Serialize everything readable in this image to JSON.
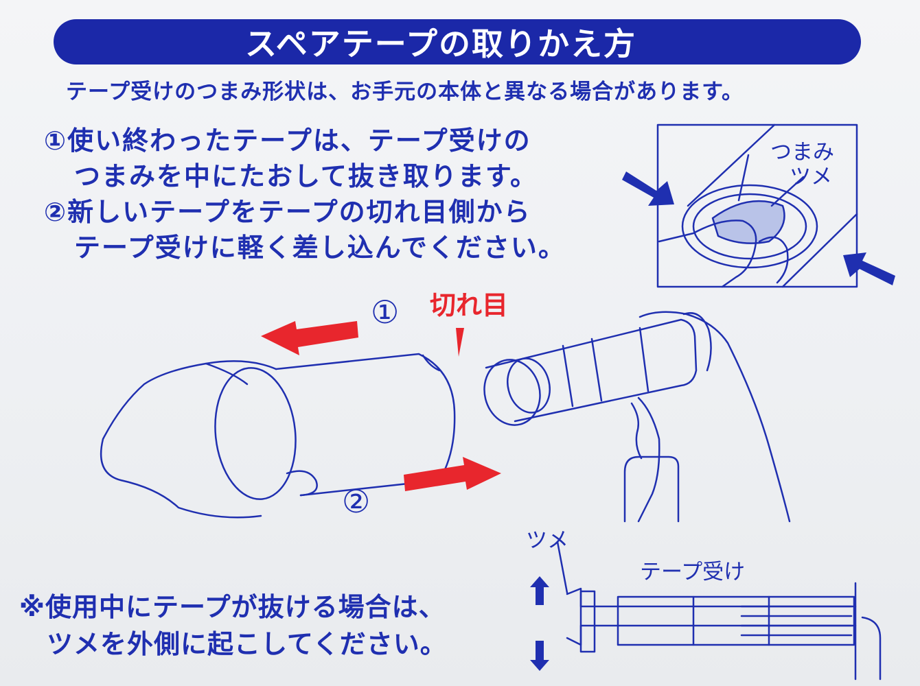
{
  "header": {
    "title": "スペアテープの取りかえ方",
    "subtitle": "テープ受けのつまみ形状は、お手元の本体と異なる場合があります。"
  },
  "steps": {
    "line1": "①使い終わったテープは、テープ受けの",
    "line2": "つまみを中にたおして抜き取ります。",
    "line3": "②新しいテープをテープの切れ目側から",
    "line4": "テープ受けに軽く差し込んでください。"
  },
  "inset": {
    "label_knob": "つまみ",
    "label_claw": "ツメ"
  },
  "diagram": {
    "step1_marker": "①",
    "step2_marker": "②",
    "cut_label": "切れ目"
  },
  "bottom_diagram": {
    "label_claw": "ツメ",
    "label_holder": "テープ受け"
  },
  "note": {
    "line1": "※使用中にテープが抜ける場合は、",
    "line2": "ツメを外側に起こしてください。"
  },
  "colors": {
    "ink_blue": "#1f2fb0",
    "banner_blue": "#1b28a8",
    "arrow_red": "#e8262d"
  }
}
